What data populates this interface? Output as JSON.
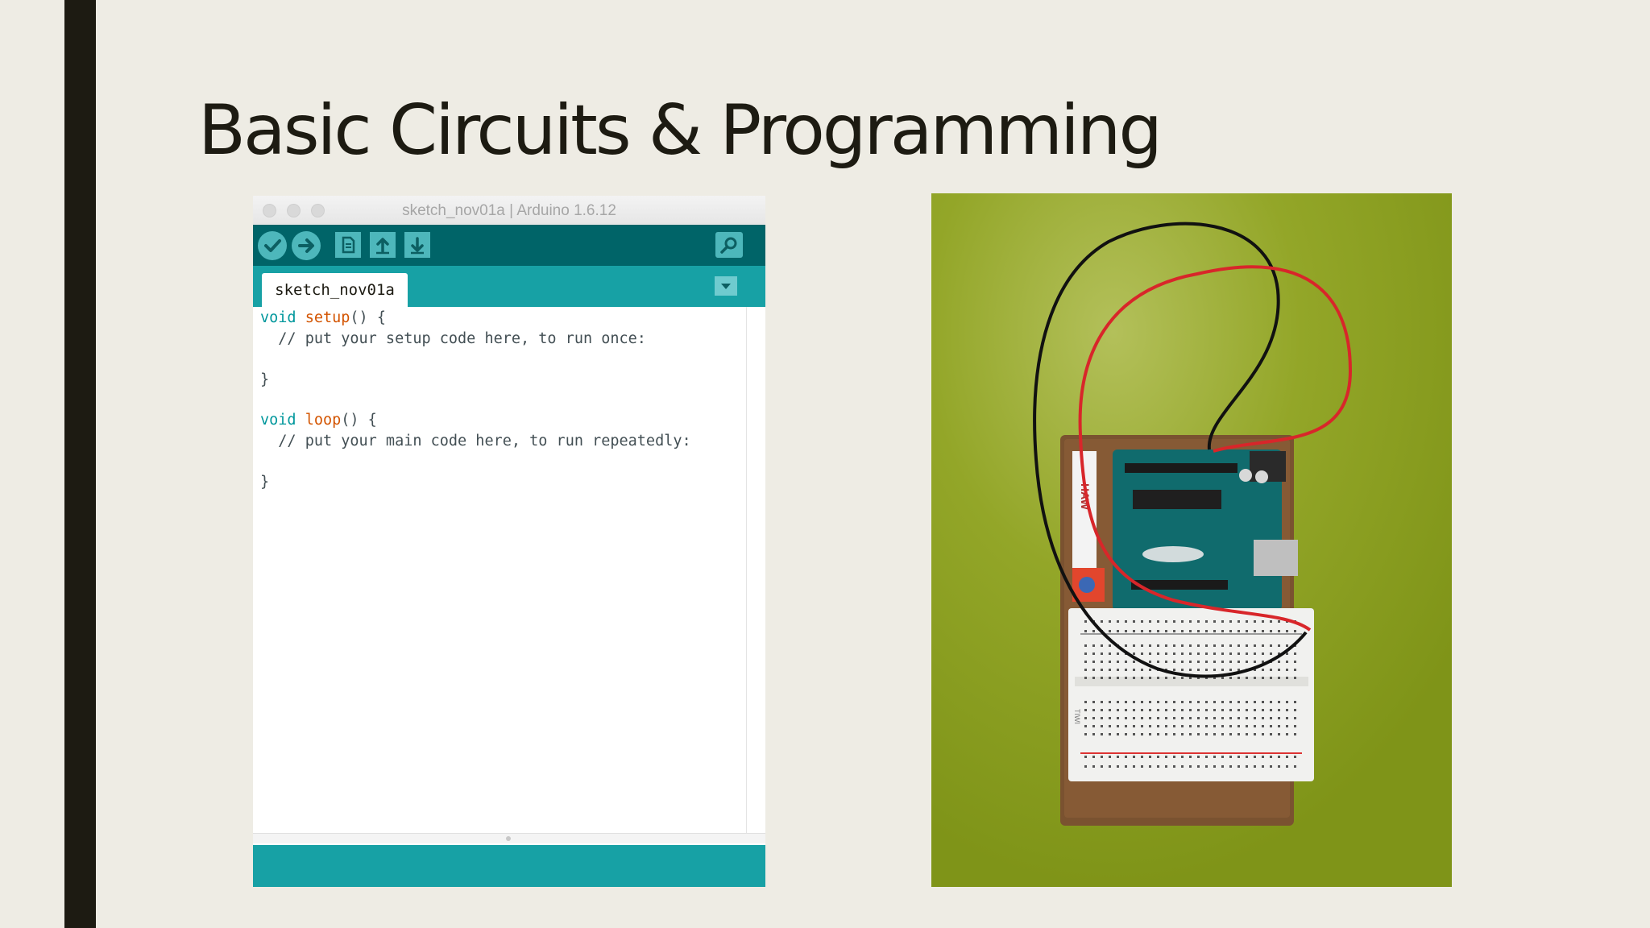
{
  "slide": {
    "title": "Basic Circuits & Programming"
  },
  "ide": {
    "window_title": "sketch_nov01a | Arduino 1.6.12",
    "toolbar": {
      "verify_icon": "check-icon",
      "upload_icon": "arrow-right-icon",
      "new_icon": "new-file-icon",
      "open_icon": "arrow-up-icon",
      "save_icon": "arrow-down-icon",
      "serial_monitor_icon": "magnifier-icon"
    },
    "tabs": [
      {
        "label": "sketch_nov01a"
      }
    ],
    "code": {
      "l1_kw": "void",
      "l1_fn": "setup",
      "l1_rest": "() {",
      "l2": "  // put your setup code here, to run once:",
      "l3": "}",
      "l4_kw": "void",
      "l4_fn": "loop",
      "l4_rest": "() {",
      "l5": "  // put your main code here, to run repeatedly:",
      "l6": "}"
    },
    "colors": {
      "toolbar": "#006468",
      "tabbar": "#17a1a5",
      "keyword": "#00979c",
      "function": "#d35400"
    }
  },
  "photo": {
    "board_label": "HAW",
    "breadboard_label": "TIWI"
  }
}
